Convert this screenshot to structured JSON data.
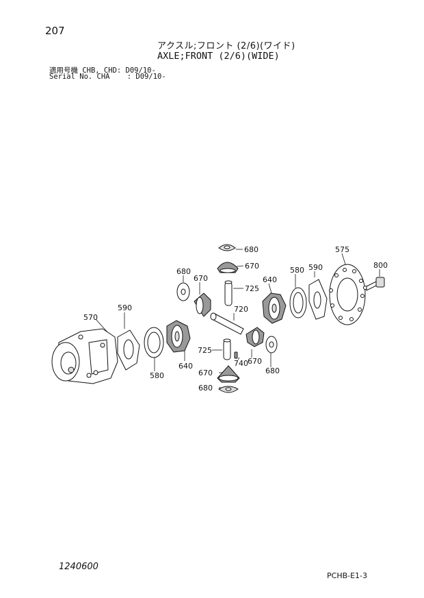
{
  "page": {
    "number": "207",
    "title_jp": "アクスル;フロント (2/6)(ワイド)",
    "title_en": "AXLE;FRONT (2/6)(WIDE)",
    "serial_line1": "適用号機 CHB, CHD: D09/10-",
    "serial_line2": "Serial No. CHA    : D09/10-",
    "date_code": "1240600",
    "catalog_code": "PCHB-E1-3"
  },
  "parts": [
    {
      "id": "label-680-top",
      "text": "680"
    },
    {
      "id": "label-670-top",
      "text": "670"
    },
    {
      "id": "label-575",
      "text": "575"
    },
    {
      "id": "label-800",
      "text": "800"
    },
    {
      "id": "label-680-left",
      "text": "680"
    },
    {
      "id": "label-670-left",
      "text": "670"
    },
    {
      "id": "label-640-right",
      "text": "640"
    },
    {
      "id": "label-580-right",
      "text": "580"
    },
    {
      "id": "label-590-right",
      "text": "590"
    },
    {
      "id": "label-725-top",
      "text": "725"
    },
    {
      "id": "label-720",
      "text": "720"
    },
    {
      "id": "label-590-left",
      "text": "590"
    },
    {
      "id": "label-570",
      "text": "570"
    },
    {
      "id": "label-580-left",
      "text": "580"
    },
    {
      "id": "label-640-left",
      "text": "640"
    },
    {
      "id": "label-725-bottom",
      "text": "725"
    },
    {
      "id": "label-740",
      "text": "740"
    },
    {
      "id": "label-670-right",
      "text": "670"
    },
    {
      "id": "label-680-right",
      "text": "680"
    },
    {
      "id": "label-670-bottom",
      "text": "670"
    },
    {
      "id": "label-680-bottom",
      "text": "680"
    }
  ]
}
